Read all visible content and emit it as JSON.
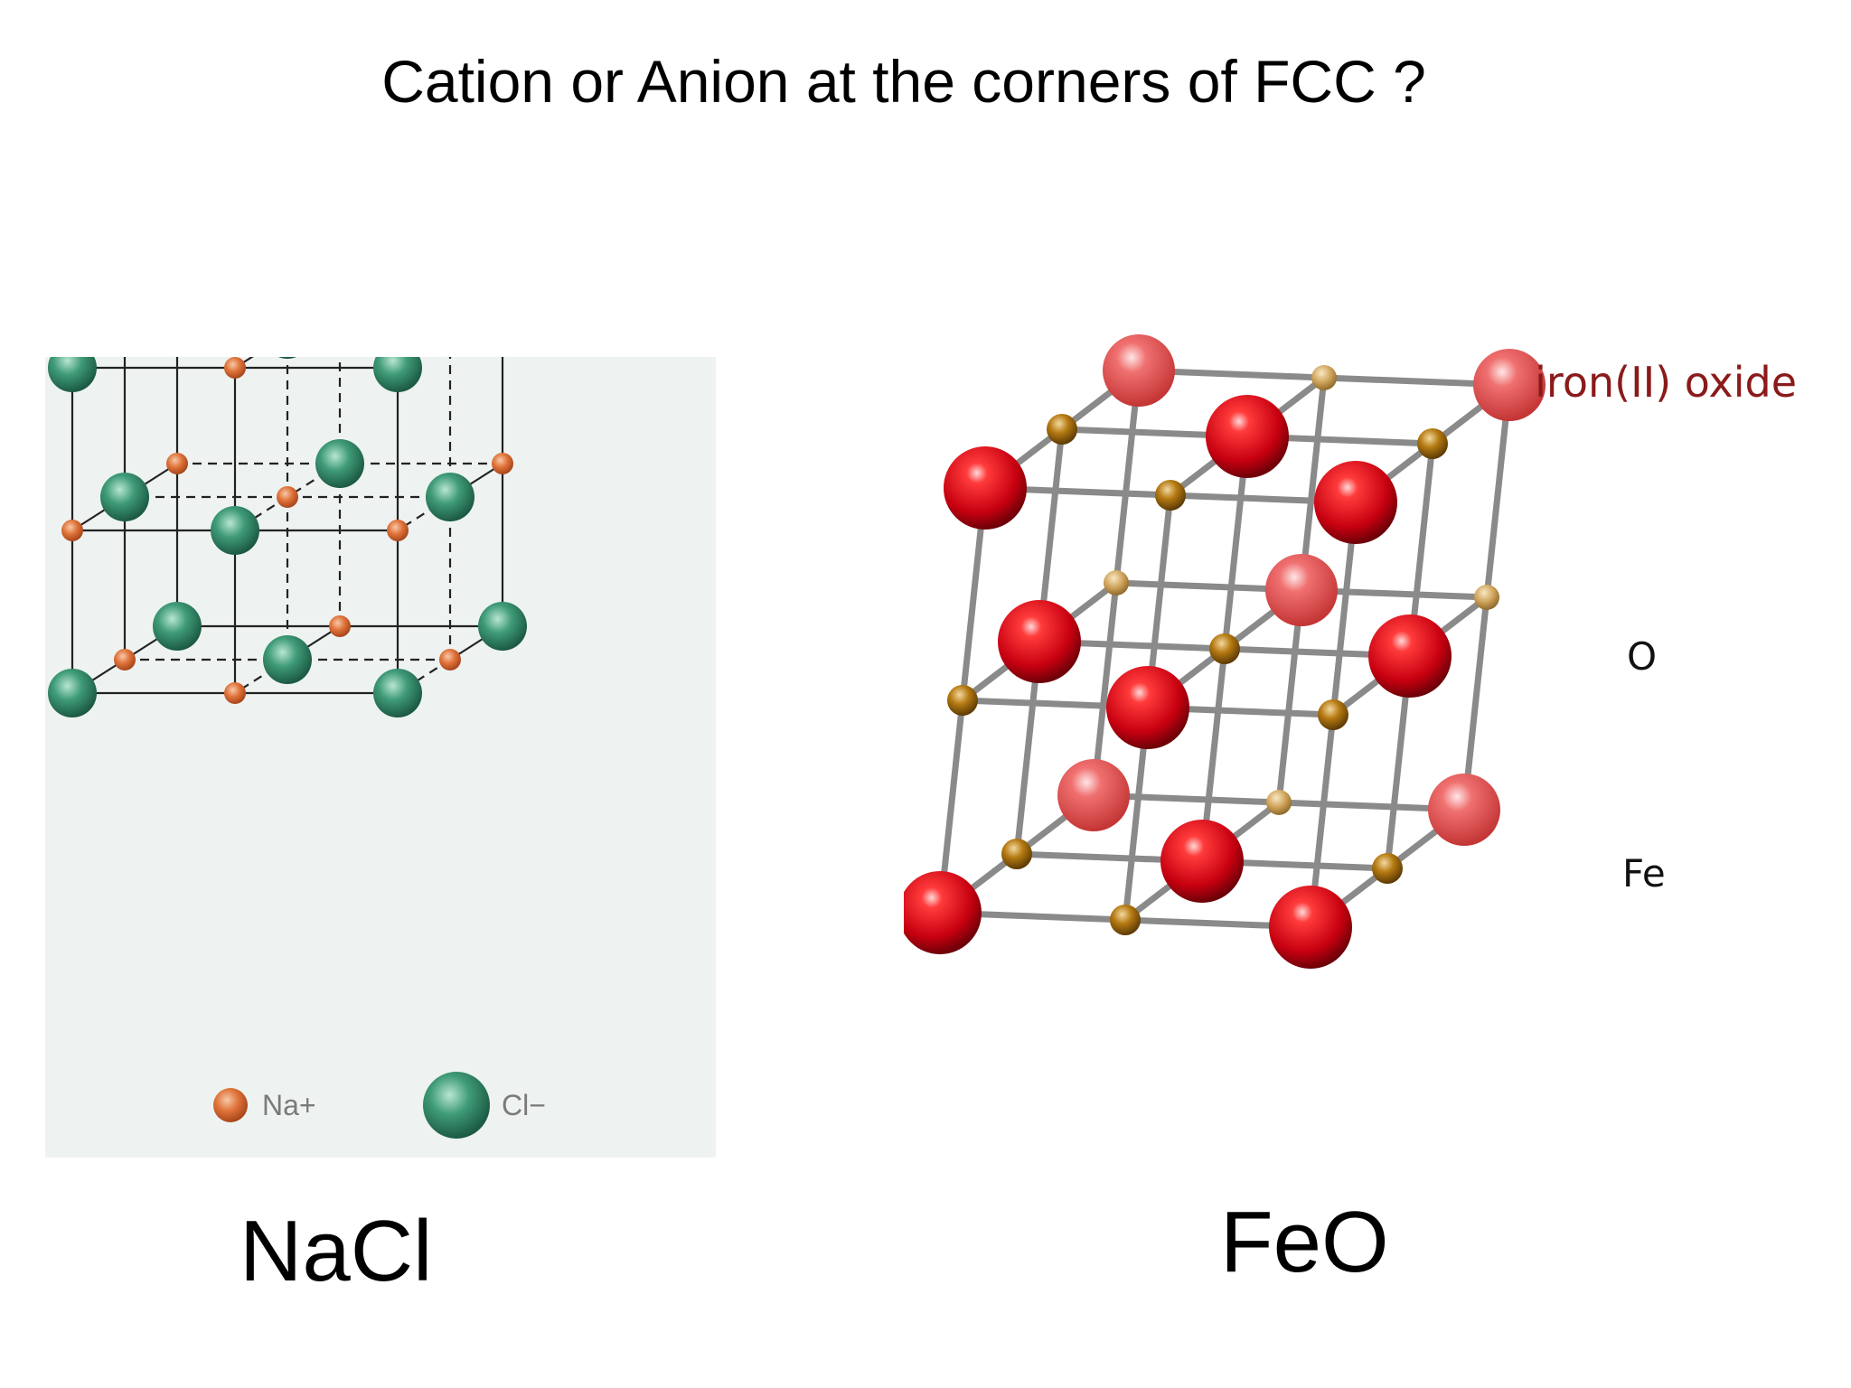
{
  "title": "Cation or Anion at the corners of FCC ?",
  "nacl": {
    "caption": "NaCl",
    "legend": {
      "cation": "Na+",
      "anion": "Cl−"
    },
    "colors": {
      "cation": "#e0733a",
      "anion": "#2f8a66",
      "background": "#eef3f1"
    }
  },
  "feo": {
    "caption": "FeO",
    "name_label": "iron(II) oxide",
    "atom_labels": {
      "anion": "O",
      "cation": "Fe"
    },
    "colors": {
      "anion": "#d4000f",
      "cation": "#b57a12",
      "bond": "#8a8a8a",
      "name": "#8b1a1a"
    }
  }
}
